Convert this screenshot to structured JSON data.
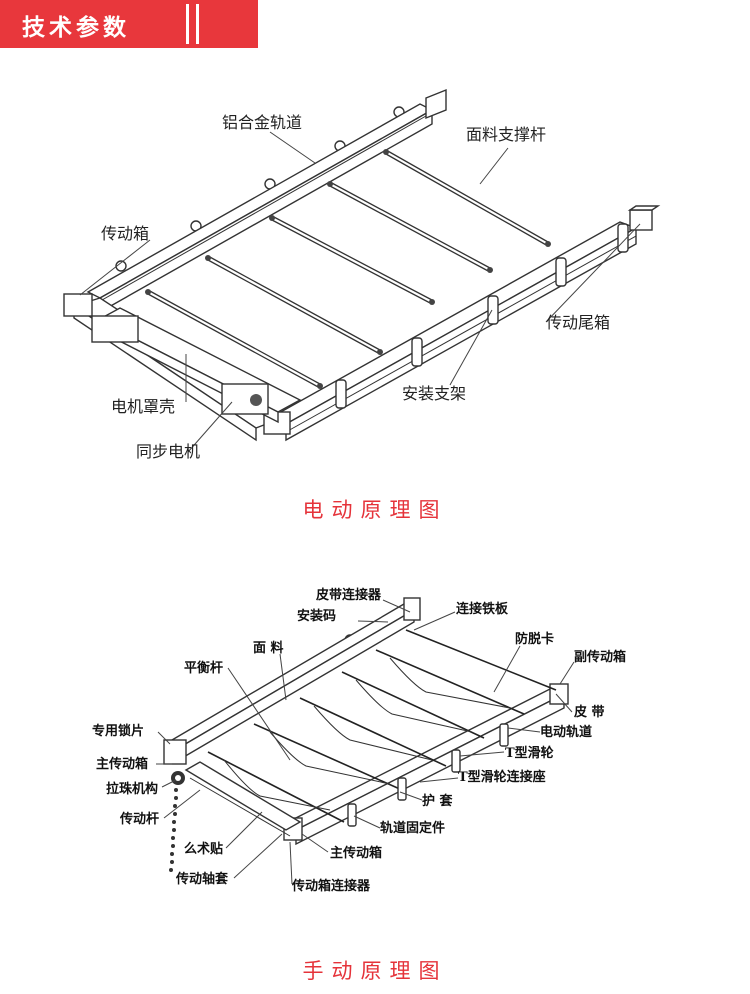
{
  "header": {
    "title": "技术参数",
    "color": "#e8373c"
  },
  "electric": {
    "caption": "电动原理图",
    "labels": {
      "rail": "铝合金轨道",
      "fabric_rod": "面料支撑杆",
      "gearbox": "传动箱",
      "tail_box": "传动尾箱",
      "bracket": "安装支架",
      "motor_cover": "电机罩壳",
      "sync_motor": "同步电机"
    }
  },
  "manual": {
    "caption": "手动原理图",
    "labels": {
      "belt_connector": "皮带连接器",
      "install_code": "安装码",
      "iron_plate": "连接铁板",
      "fabric": "面 料",
      "anti_drop": "防脱卡",
      "aux_gearbox": "副传动箱",
      "balance_rod": "平衡杆",
      "belt": "皮 带",
      "lock_plate": "专用锁片",
      "motor_rail": "电动轨道",
      "main_gearbox": "主传动箱",
      "t_pulley": "T型滑轮",
      "bead_mech": "拉珠机构",
      "t_pulley_seat": "T型滑轮连接座",
      "drive_rod": "传动杆",
      "sleeve": "护 套",
      "rail_fixer": "轨道固定件",
      "velcro": "么术贴",
      "main_gearbox_2": "主传动箱",
      "shaft_sleeve": "传动轴套",
      "box_connector": "传动箱连接器"
    }
  }
}
